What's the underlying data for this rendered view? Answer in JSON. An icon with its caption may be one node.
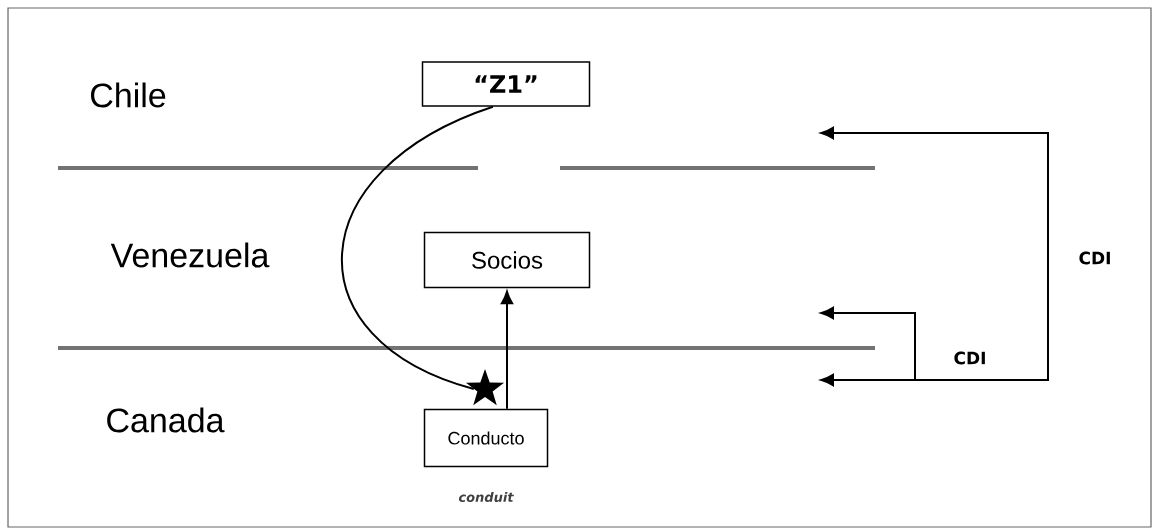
{
  "diagram": {
    "nodes": [
      {
        "text": [
          "“Z1”"
        ]
      },
      {
        "text": [
          "Socios"
        ]
      },
      {
        "text": [
          "Conducto"
        ],
        "beside": [
          "conduit"
        ]
      },
      {
        "text": [],
        "shape": "star"
      }
    ],
    "edges": [
      {
        "from": 0,
        "to": 3,
        "arrow": "none"
      },
      {
        "from": 2,
        "to": 1,
        "arrow": "to"
      }
    ],
    "labels": [
      "Chile",
      "Venezuela",
      "CDI",
      "CDI",
      "Canada"
    ]
  }
}
